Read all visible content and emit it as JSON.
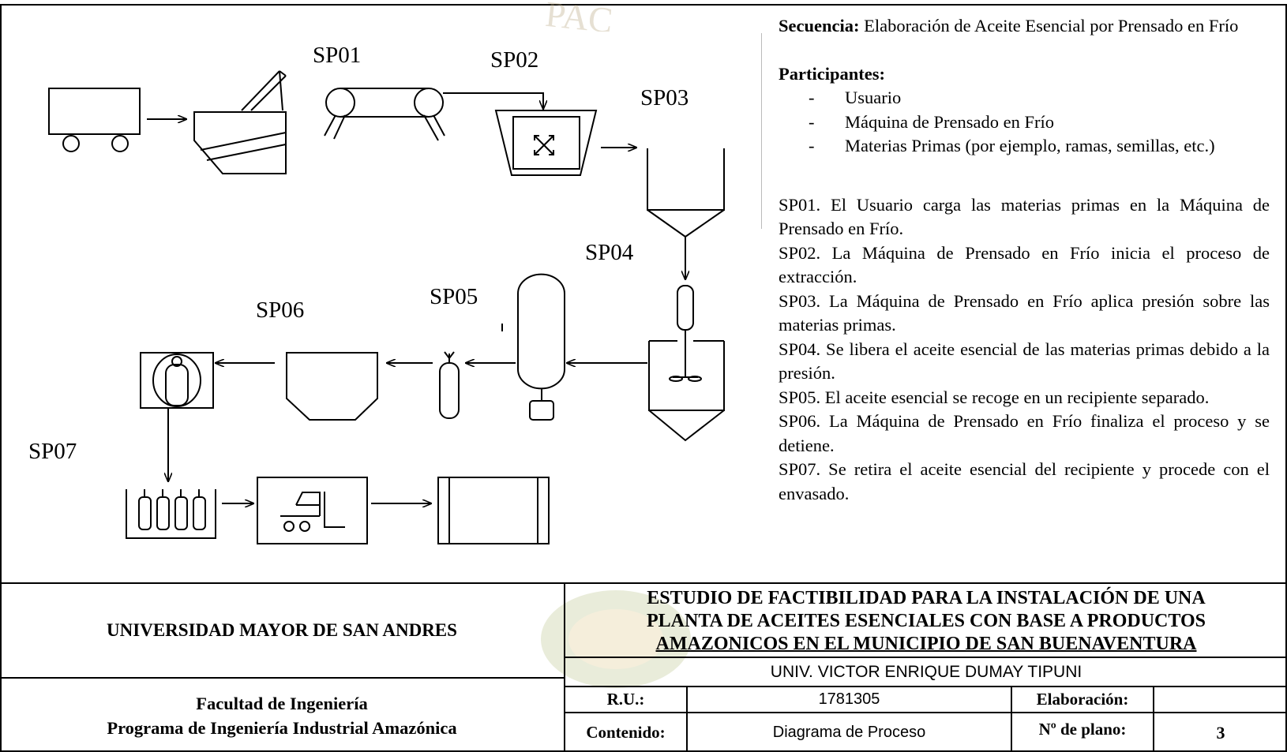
{
  "diagram": {
    "step_labels": [
      "SP01",
      "SP02",
      "SP03",
      "SP04",
      "SP05",
      "SP06",
      "SP07"
    ],
    "watermark_text": "PAC"
  },
  "sequence": {
    "label": "Secuencia:",
    "text": "Elaboración de Aceite Esencial por Prensado en Frío"
  },
  "participants": {
    "label": "Participantes:",
    "items": [
      "Usuario",
      "Máquina de Prensado en Frío",
      "Materias Primas (por ejemplo, ramas, semillas, etc.)"
    ]
  },
  "steps": [
    "SP01. El Usuario carga las materias primas en la Máquina de Prensado en Frío.",
    "SP02. La Máquina de Prensado en Frío inicia el proceso de extracción.",
    "SP03. La Máquina de Prensado en Frío aplica presión sobre las materias primas.",
    "SP04. Se libera el aceite esencial de las materias primas debido a la presión.",
    "SP05. El aceite esencial se recoge en un recipiente separado.",
    "SP06. La Máquina de Prensado en Frío finaliza el proceso y se detiene.",
    "SP07. Se retira el aceite esencial del recipiente y procede con el envasado."
  ],
  "title_block": {
    "university": "UNIVERSIDAD MAYOR DE SAN ANDRES",
    "faculty": "Facultad de Ingeniería",
    "program": "Programa de Ingeniería Industrial Amazónica",
    "project_title_lines": [
      "ESTUDIO DE FACTIBILIDAD PARA LA INSTALACIÓN DE UNA",
      "PLANTA DE ACEITES ESENCIALES CON BASE A PRODUCTOS",
      "AMAZONICOS EN EL MUNICIPIO DE SAN BUENAVENTURA"
    ],
    "author": "UNIV. VICTOR ENRIQUE DUMAY TIPUNI",
    "ru_label": "R.U.:",
    "ru_value": "1781305",
    "elaboracion_label": "Elaboración:",
    "elaboracion_value": "",
    "contenido_label": "Contenido:",
    "contenido_value": "Diagrama de Proceso",
    "plano_label": "Nº de plano:",
    "plano_value": "3"
  }
}
